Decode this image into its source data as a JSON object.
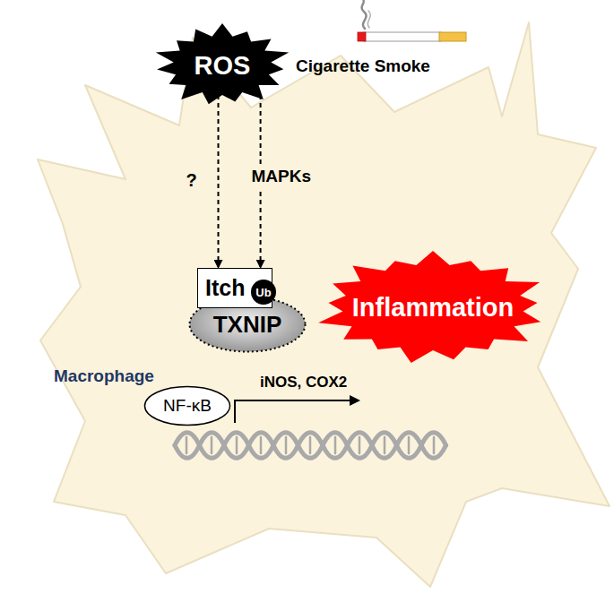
{
  "diagram": {
    "nodes": [
      {
        "text": [
          "Macrophage"
        ]
      },
      {
        "text": [
          "ROS"
        ],
        "in": 0
      },
      {
        "text": [
          "Itch"
        ],
        "in": 0
      },
      {
        "text": [
          "Ub"
        ],
        "in": 2
      },
      {
        "text": [
          "TXNIP"
        ],
        "in": 0
      },
      {
        "text": [
          "Inflammation"
        ],
        "in": 0
      },
      {
        "text": [
          "NF-κB"
        ],
        "in": 0
      }
    ],
    "edges": [
      {
        "from": 1,
        "to": 2,
        "label": "?",
        "arrow": "to"
      },
      {
        "from": 1,
        "to": 2,
        "label": "MAPKs",
        "arrow": "to"
      }
    ],
    "labels": [
      "Cigarette Smoke",
      "iNOS, COX2"
    ]
  }
}
